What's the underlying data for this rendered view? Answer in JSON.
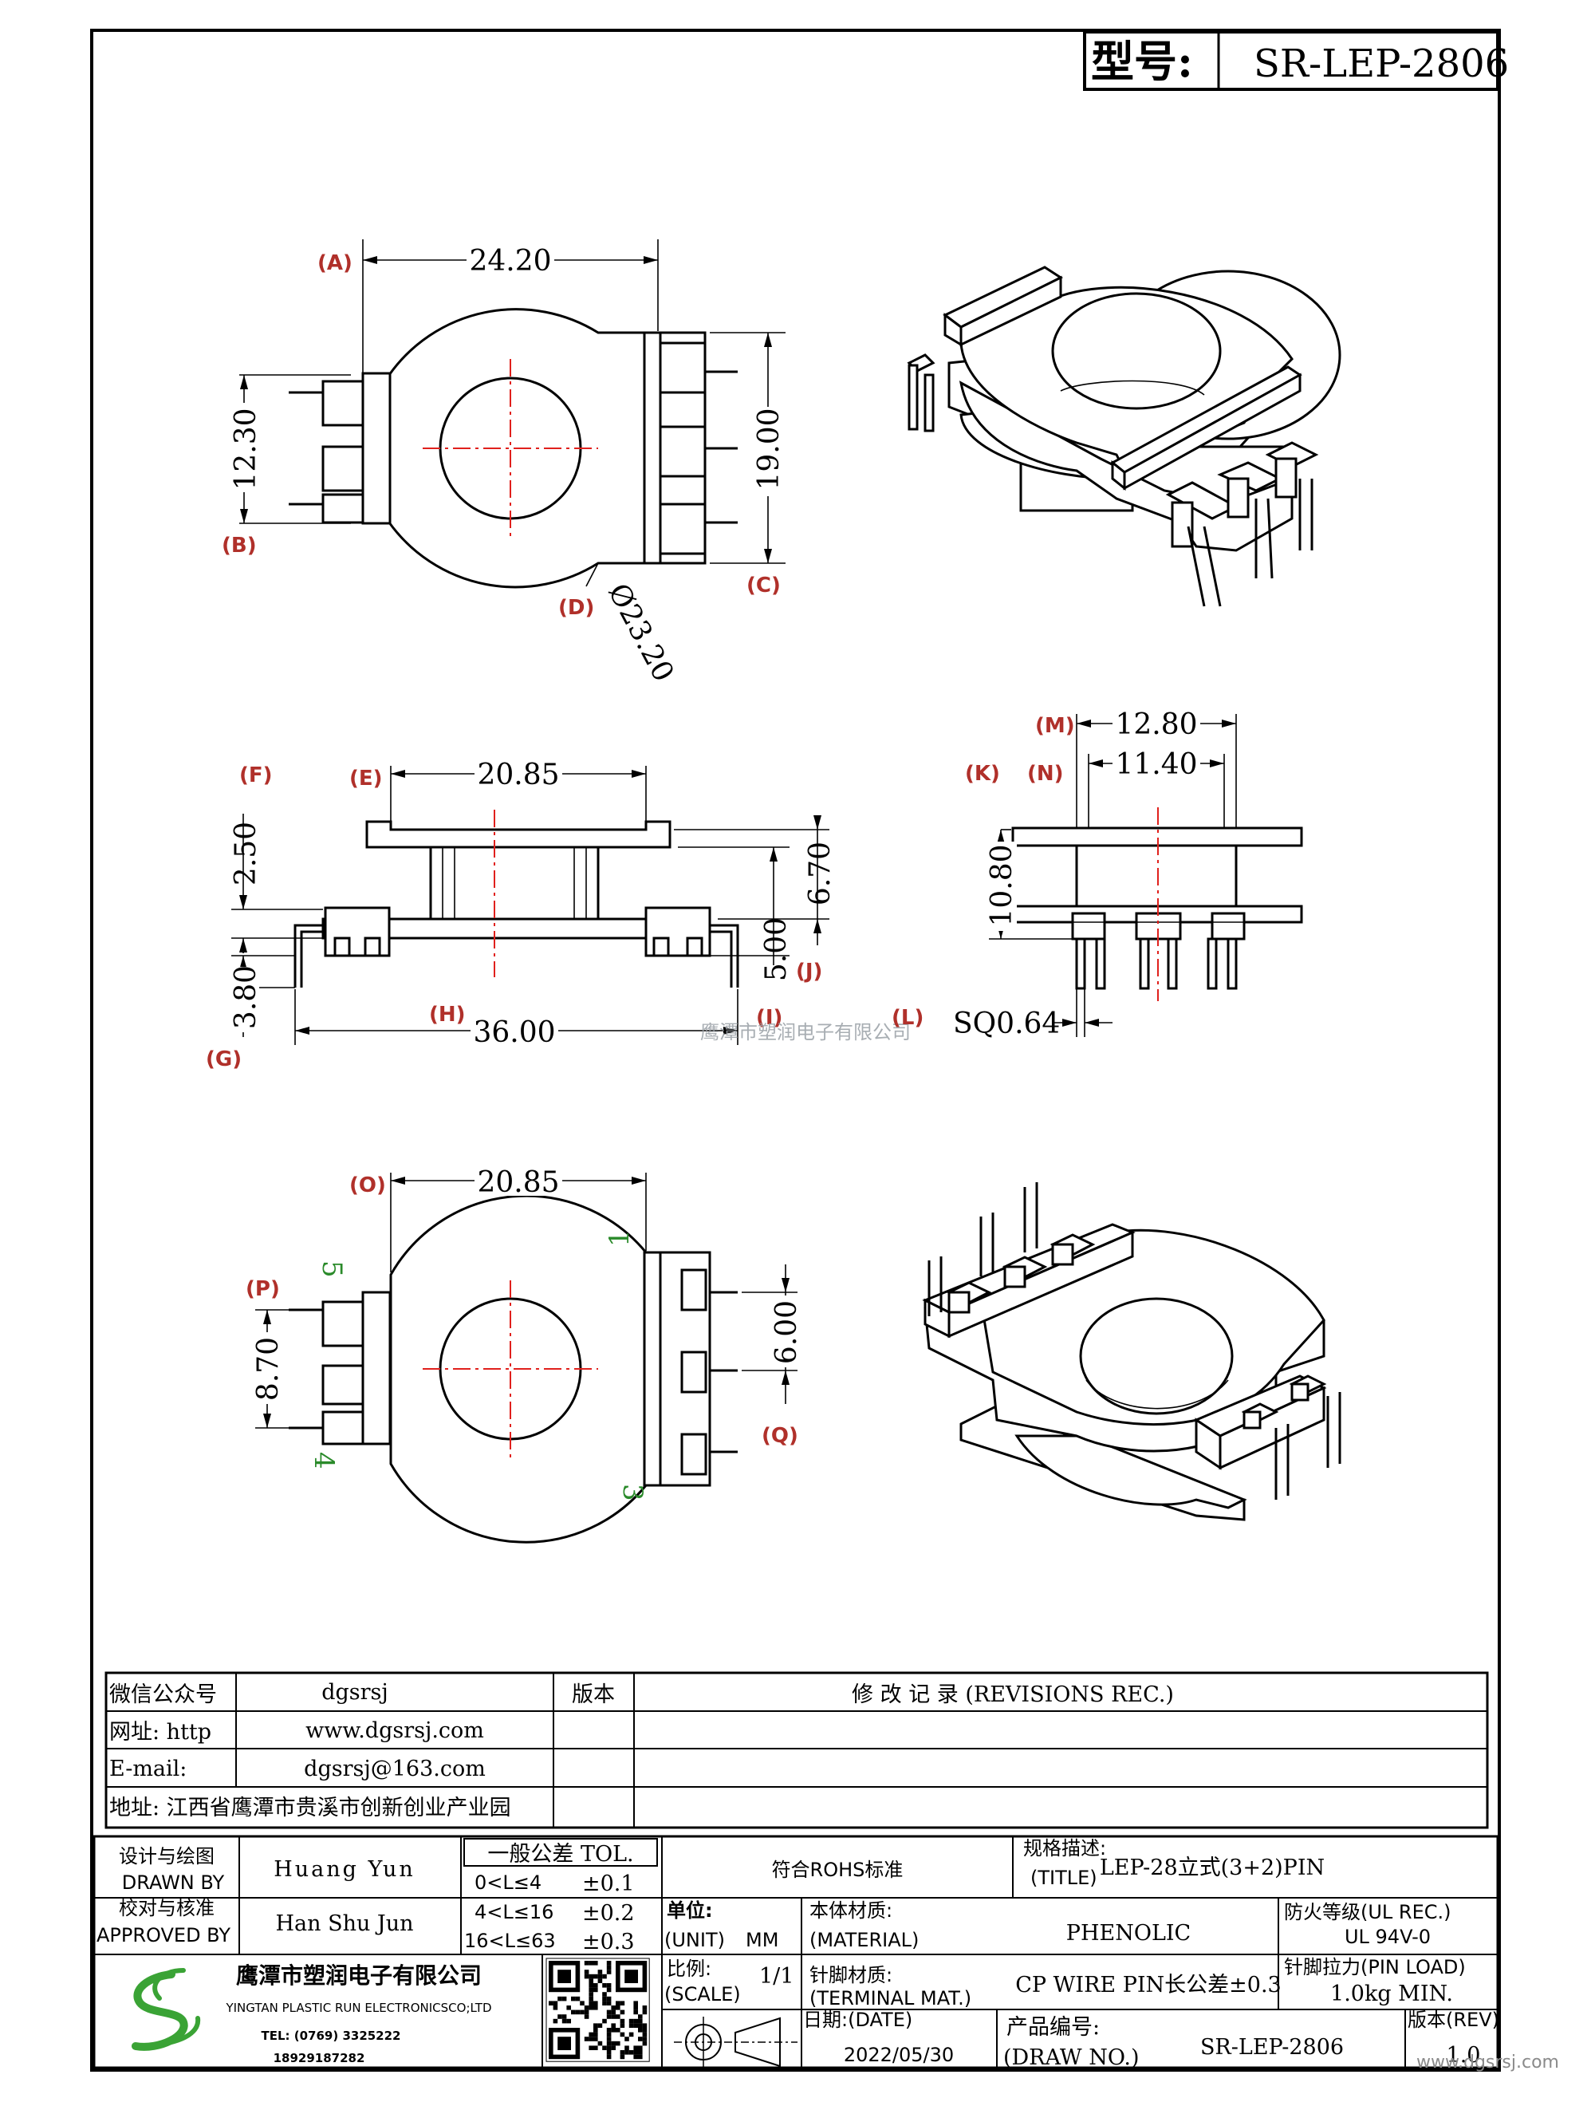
{
  "header": {
    "model_label": "型号:",
    "model_value": "SR-LEP-2806"
  },
  "views": {
    "top": {
      "dim_width": "24.20",
      "dim_left_height": "12.30",
      "dim_right_height": "19.00",
      "dim_diameter": "Ø23.20",
      "label_a": "(A)",
      "label_b": "(B)",
      "label_c": "(C)",
      "label_d": "(D)"
    },
    "front": {
      "dim_flange": "20.85",
      "dim_flange_thk": "2.50",
      "dim_height": "6.70",
      "dim_pin_height": "5.00",
      "dim_pin_len": "3.80",
      "dim_overall": "36.00",
      "label_e": "(E)",
      "label_f": "(F)",
      "label_g": "(G)",
      "label_h": "(H)",
      "label_i": "(I)",
      "label_j": "(J)"
    },
    "side": {
      "dim_outer": "12.80",
      "dim_inner": "11.40",
      "dim_height": "10.80",
      "dim_pin_sq": "SQ0.64",
      "label_k": "(K)",
      "label_l": "(L)",
      "label_m": "(M)",
      "label_n": "(N)"
    },
    "bottom": {
      "dim_flange": "20.85",
      "dim_left_pitch": "8.70",
      "dim_right_pitch": "6.00",
      "label_o": "(O)",
      "label_p": "(P)",
      "label_q": "(Q)",
      "pin1": "1",
      "pin3": "3",
      "pin4": "4",
      "pin5": "5"
    }
  },
  "watermark": "鹰潭市塑润电子有限公司",
  "info": {
    "wechat_label": "微信公众号",
    "wechat_value": "dgsrsj",
    "web_label": "网址: http",
    "web_value": "www.dgsrsj.com",
    "email_label": "E-mail:",
    "email_value": "dgsrsj@163.com",
    "address": "地址: 江西省鹰潭市贵溪市创新创业产业园",
    "version_label": "版本",
    "revisions_title": "修 改 记 录 (REVISIONS REC.)"
  },
  "title_block": {
    "drawn_by_cn": "设计与绘图",
    "drawn_by_en": "DRAWN BY",
    "drawn_by_value": "Huang Yun",
    "approved_cn": "校对与核准",
    "approved_en": "APPROVED BY",
    "approved_value": "Han Shu Jun",
    "tol_title": "一般公差 TOL.",
    "tol_rows": [
      {
        "range": "0<L≤4",
        "tol": "±0.1"
      },
      {
        "range": "4<L≤16",
        "tol": "±0.2"
      },
      {
        "range": "16<L≤63",
        "tol": "±0.3"
      }
    ],
    "rohs": "符合ROHS标准",
    "title_cn": "规格描述:",
    "title_en": "(TITLE)",
    "title_value": "LEP-28立式(3+2)PIN",
    "unit_cn": "单位:",
    "unit_en": "(UNIT)",
    "unit_value": "MM",
    "material_cn": "本体材质:",
    "material_en": "(MATERIAL)",
    "material_value": "PHENOLIC",
    "ul_cn": "防火等级(UL REC.)",
    "ul_value": "UL 94V-0",
    "scale_cn": "比例:",
    "scale_en": "(SCALE)",
    "scale_value": "1/1",
    "terminal_cn": "针脚材质:",
    "terminal_en": "(TERMINAL MAT.)",
    "terminal_value": "CP WIRE   PIN长公差±0.3",
    "pin_load_cn": "针脚拉力(PIN LOAD)",
    "pin_load_value": "1.0kg MIN.",
    "date_label": "日期:(DATE)",
    "date_value": "2022/05/30",
    "draw_no_cn": "产品编号:",
    "draw_no_en": "(DRAW NO.)",
    "draw_no_value": "SR-LEP-2806",
    "rev_label": "版本(REV)",
    "rev_value": "1.0",
    "company_cn": "鹰潭市塑润电子有限公司",
    "company_en": "YINGTAN PLASTIC RUN ELECTRONICSCO;LTD",
    "tel": "TEL: (0769) 3325222",
    "mobile": "18929187282",
    "site_mark": "www.dgsrsj.com"
  },
  "colors": {
    "dim_label": "#b0302a",
    "centerline": "#e0201c",
    "pin_number": "#2a8a2a",
    "logo_green": "#3aa335"
  }
}
